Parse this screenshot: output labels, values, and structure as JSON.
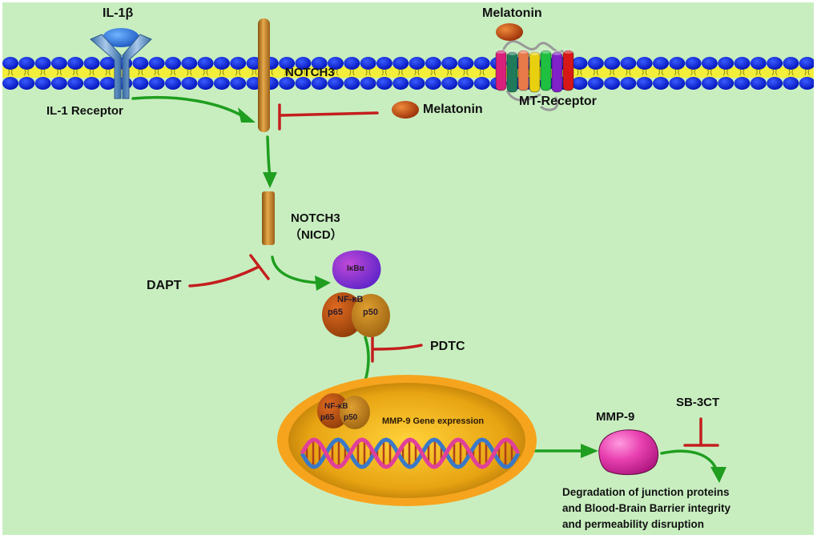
{
  "title": "NOTCH3 / NF-κB / MMP-9 signaling pathway with melatonin inhibition",
  "labels": {
    "il1b": "IL-1β",
    "il1_receptor": "IL-1 Receptor",
    "notch3_membrane": "NOTCH3",
    "melatonin_top": "Melatonin",
    "mt_receptor": "MT-Receptor",
    "melatonin_inhibitor": "Melatonin",
    "notch3_nicd_line1": "NOTCH3",
    "notch3_nicd_line2": "（NICD）",
    "dapt": "DAPT",
    "ikba": "IκBα",
    "nfkb_cyto": "NF-κB",
    "p65_cyto": "p65",
    "p50_cyto": "p50",
    "pdtc": "PDTC",
    "nfkb_nuc": "NF-κB",
    "p65_nuc": "p65",
    "p50_nuc": "p50",
    "mmp9_gene": "MMP-9 Gene expression",
    "mmp9": "MMP-9",
    "sb3ct": "SB-3CT",
    "outcome_line1": "Degradation of junction proteins",
    "outcome_line2": "and Blood-Brain Barrier integrity",
    "outcome_line3": "and permeability disruption"
  },
  "colors": {
    "background": "#c8eec0",
    "membrane_head": "#0a1fd8",
    "membrane_tail": "#f2ee3a",
    "activation_arrow": "#1f9e1f",
    "inhibition_bar": "#c41e1e",
    "notch3": "#c8862a",
    "melatonin": "#c2470f",
    "il1b": "#2f7fe0",
    "il1_receptor": "#6f9fd0",
    "ikba": "#8a2fd6",
    "nfkb": "#b85a10",
    "nucleus_outer": "#f4a21c",
    "nucleus_inner": "#e6a013",
    "mmp9": "#e23fa8"
  },
  "edges": [
    {
      "from": "IL-1 Receptor",
      "to": "NOTCH3",
      "type": "activation"
    },
    {
      "from": "Melatonin",
      "to": "NOTCH3",
      "type": "inhibition"
    },
    {
      "from": "NOTCH3",
      "to": "NOTCH3 (NICD)",
      "type": "activation"
    },
    {
      "from": "NOTCH3 (NICD)",
      "to": "IκBα/NF-κB",
      "type": "activation"
    },
    {
      "from": "DAPT",
      "to": "NOTCH3 (NICD) → IκBα/NF-κB",
      "type": "inhibition"
    },
    {
      "from": "NF-κB",
      "to": "Nucleus",
      "type": "activation"
    },
    {
      "from": "PDTC",
      "to": "NF-κB translocation",
      "type": "inhibition"
    },
    {
      "from": "MMP-9 Gene expression",
      "to": "MMP-9",
      "type": "activation"
    },
    {
      "from": "MMP-9",
      "to": "Degradation of junction proteins",
      "type": "activation"
    },
    {
      "from": "SB-3CT",
      "to": "MMP-9 → Degradation",
      "type": "inhibition"
    }
  ]
}
